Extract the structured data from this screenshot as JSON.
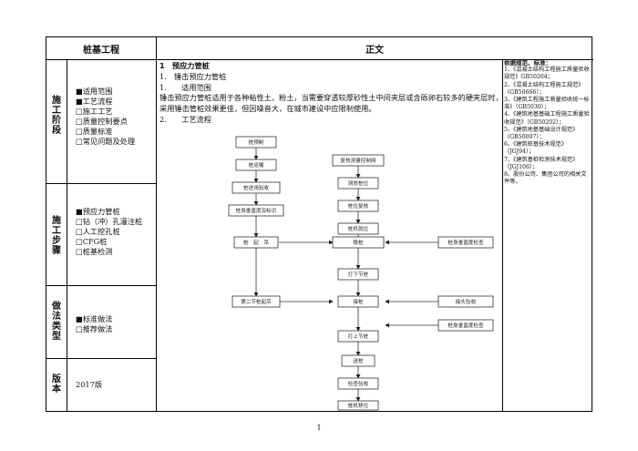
{
  "header": {
    "left_title": "桩基工程",
    "right_title": "正文"
  },
  "sections": [
    {
      "title": "施工阶段",
      "items": [
        "■适用范围",
        "■工艺流程",
        "□施工工艺",
        "□质量控制要点",
        "□质量标准",
        "□常见问题及处理"
      ]
    },
    {
      "title": "施工步骤",
      "items": [
        "■预应力管桩",
        "□钻（冲）孔灌注桩",
        "□人工挖孔桩",
        "□CFG桩",
        "□桩基检测"
      ]
    },
    {
      "title": "做法类型",
      "items": [
        "■标准做法",
        "□推荐做法"
      ]
    },
    {
      "title": "版本",
      "items": [
        "2017版"
      ]
    }
  ],
  "main": {
    "heading": "1　预应力管桩",
    "sub1": "1.　锤击预应力管桩",
    "sub2": "1.　　适用范围",
    "para": "锤击预应力管桩适用于各种粘性土、粉土，当需要穿透较厚砂性土中间夹层或含砾卵石较多的硬夹层时，采用锤击管桩效果更佳，但因噪音大，在城市建设中应限制使用。",
    "sub3": "2.　　工艺流程"
  },
  "references": {
    "title": "依据规范、标准：",
    "items": [
      "1、《混凝土结构工程施工质量验收规范》GB50204；",
      "2、《混凝土结构工程施工规范》（GB50666）；",
      "3、《建筑工程施工质量验收统一标准》（GB5030）；",
      "4、《建筑地基基础工程施工质量验收规范》（GB50202）；",
      "5、《建筑地基基础设计规范》（GB50007）；",
      "6、《建筑桩基技术规范》（JGJ94）；",
      "7、《建筑基桩检测技术规范》（JGJ106）；",
      "8、股份公司、集团公司的相关文件等。"
    ]
  },
  "flowchart": {
    "boxes": {
      "b1": "桩预制",
      "b2": "桩运输",
      "b3": "桩进场验收",
      "b4": "桩身垂直度及标识",
      "b5": "桩　起　吊",
      "b6": "复核测量控制网",
      "b7": "测放桩位",
      "b8": "桩位复核",
      "b9": "桩机就位",
      "b10": "稳桩",
      "b11": "桩身垂直度检查",
      "b12": "打下节桩",
      "b13": "第二节桩起吊",
      "b14": "接桩",
      "b15": "接头验收",
      "b16": "打上节桩",
      "b17": "桩身垂直度检查",
      "b18": "送桩",
      "b19": "检查验收",
      "b20": "桩机移位"
    }
  },
  "page_number": "1"
}
